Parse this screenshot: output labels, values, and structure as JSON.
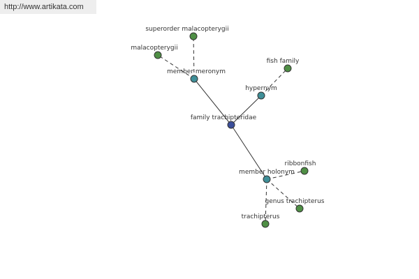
{
  "header": {
    "url": "http://www.artikata.com"
  },
  "graph": {
    "nodes": [
      {
        "id": "family_trachipteridae",
        "label": "family trachipteridae",
        "kind": "center"
      },
      {
        "id": "member_meronym",
        "label": "member meronym",
        "kind": "relation"
      },
      {
        "id": "hypernym",
        "label": "hypernym",
        "kind": "relation"
      },
      {
        "id": "member_holonym",
        "label": "member holonym",
        "kind": "relation"
      },
      {
        "id": "superorder_malacopterygii",
        "label": "superorder malacopterygii",
        "kind": "term"
      },
      {
        "id": "malacopterygii",
        "label": "malacopterygii",
        "kind": "term"
      },
      {
        "id": "fish_family",
        "label": "fish family",
        "kind": "term"
      },
      {
        "id": "ribbonfish",
        "label": "ribbonfish",
        "kind": "term"
      },
      {
        "id": "genus_trachipterus",
        "label": "genus trachipterus",
        "kind": "term"
      },
      {
        "id": "trachipterus",
        "label": "trachipterus",
        "kind": "term"
      }
    ],
    "edges": [
      {
        "from": "family_trachipteridae",
        "to": "member_meronym",
        "style": "solid"
      },
      {
        "from": "family_trachipteridae",
        "to": "hypernym",
        "style": "solid"
      },
      {
        "from": "family_trachipteridae",
        "to": "member_holonym",
        "style": "solid"
      },
      {
        "from": "member_meronym",
        "to": "superorder_malacopterygii",
        "style": "dashed"
      },
      {
        "from": "member_meronym",
        "to": "malacopterygii",
        "style": "dashed"
      },
      {
        "from": "hypernym",
        "to": "fish_family",
        "style": "dashed"
      },
      {
        "from": "member_holonym",
        "to": "ribbonfish",
        "style": "dashed"
      },
      {
        "from": "member_holonym",
        "to": "genus_trachipterus",
        "style": "dashed"
      },
      {
        "from": "member_holonym",
        "to": "trachipterus",
        "style": "dashed"
      }
    ],
    "colors": {
      "center": "#3b4e9a",
      "relation": "#3f8f98",
      "term": "#4f8f45",
      "stroke": "#333333"
    }
  }
}
